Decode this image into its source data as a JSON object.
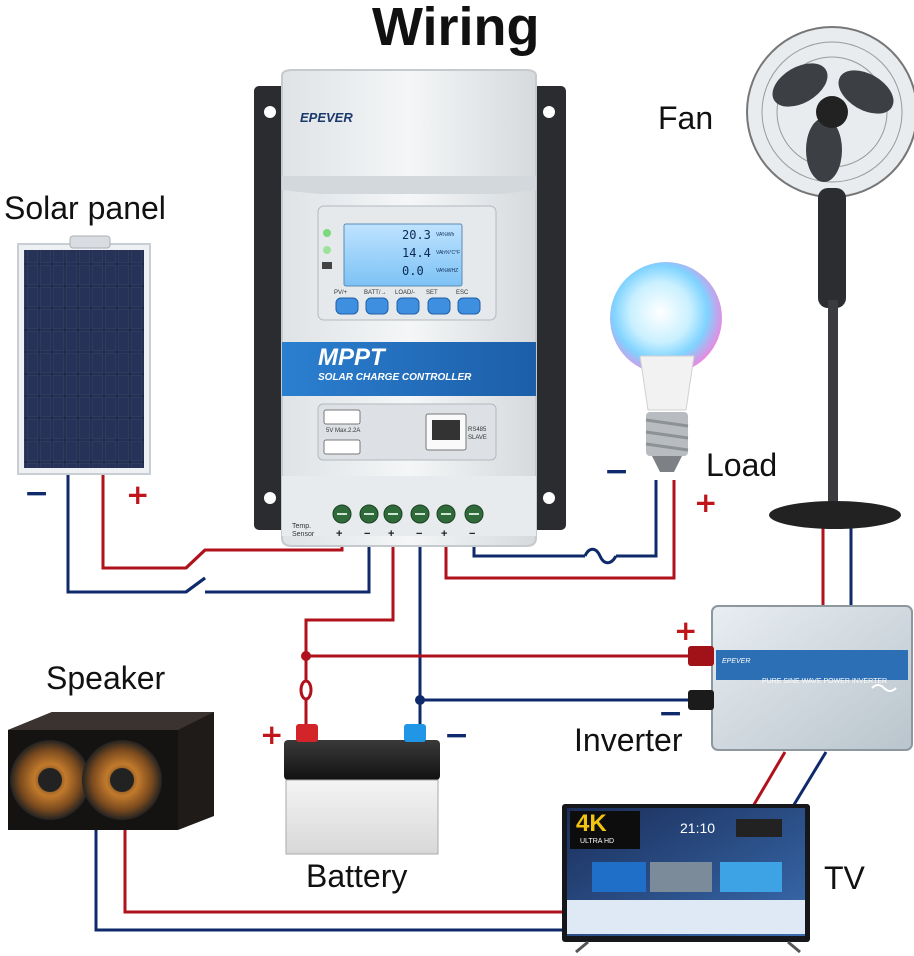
{
  "title": "Wiring",
  "labels": {
    "solar_panel": "Solar panel",
    "fan": "Fan",
    "load": "Load",
    "speaker": "Speaker",
    "battery": "Battery",
    "inverter": "Inverter",
    "tv": "TV"
  },
  "controller": {
    "brand": "EPEVER",
    "lcd_readings": [
      {
        "value": "20.3",
        "unit": "VA%Wh"
      },
      {
        "value": "14.4",
        "unit": "VAh%°C°F"
      },
      {
        "value": "0.0",
        "unit": "VA%WHZ"
      }
    ],
    "buttons": [
      "PV/+",
      "BATT/→",
      "LOAD/-",
      "SET",
      "ESC"
    ],
    "banner_title": "MPPT",
    "banner_subtitle": "SOLAR CHARGE CONTROLLER",
    "usb_label": "5V  Max.2.2A",
    "rs485_label": "RS485 SLAVE",
    "temp_sensor_label": "Temp. Sensor",
    "terminal_signs": [
      "+",
      "−",
      "+",
      "−",
      "+",
      "−"
    ]
  },
  "inverter_text": "PURE SINE WAVE POWER INVERTER",
  "inverter_brand": "EPEVER",
  "tv_screen": {
    "badge": "4K",
    "badge_sub": "ULTRA HD",
    "clock": "21:10"
  },
  "signs": {
    "plus": "+",
    "minus": "−"
  },
  "colors": {
    "positive_wire": "#b0121b",
    "negative_wire": "#0f2a6b"
  }
}
